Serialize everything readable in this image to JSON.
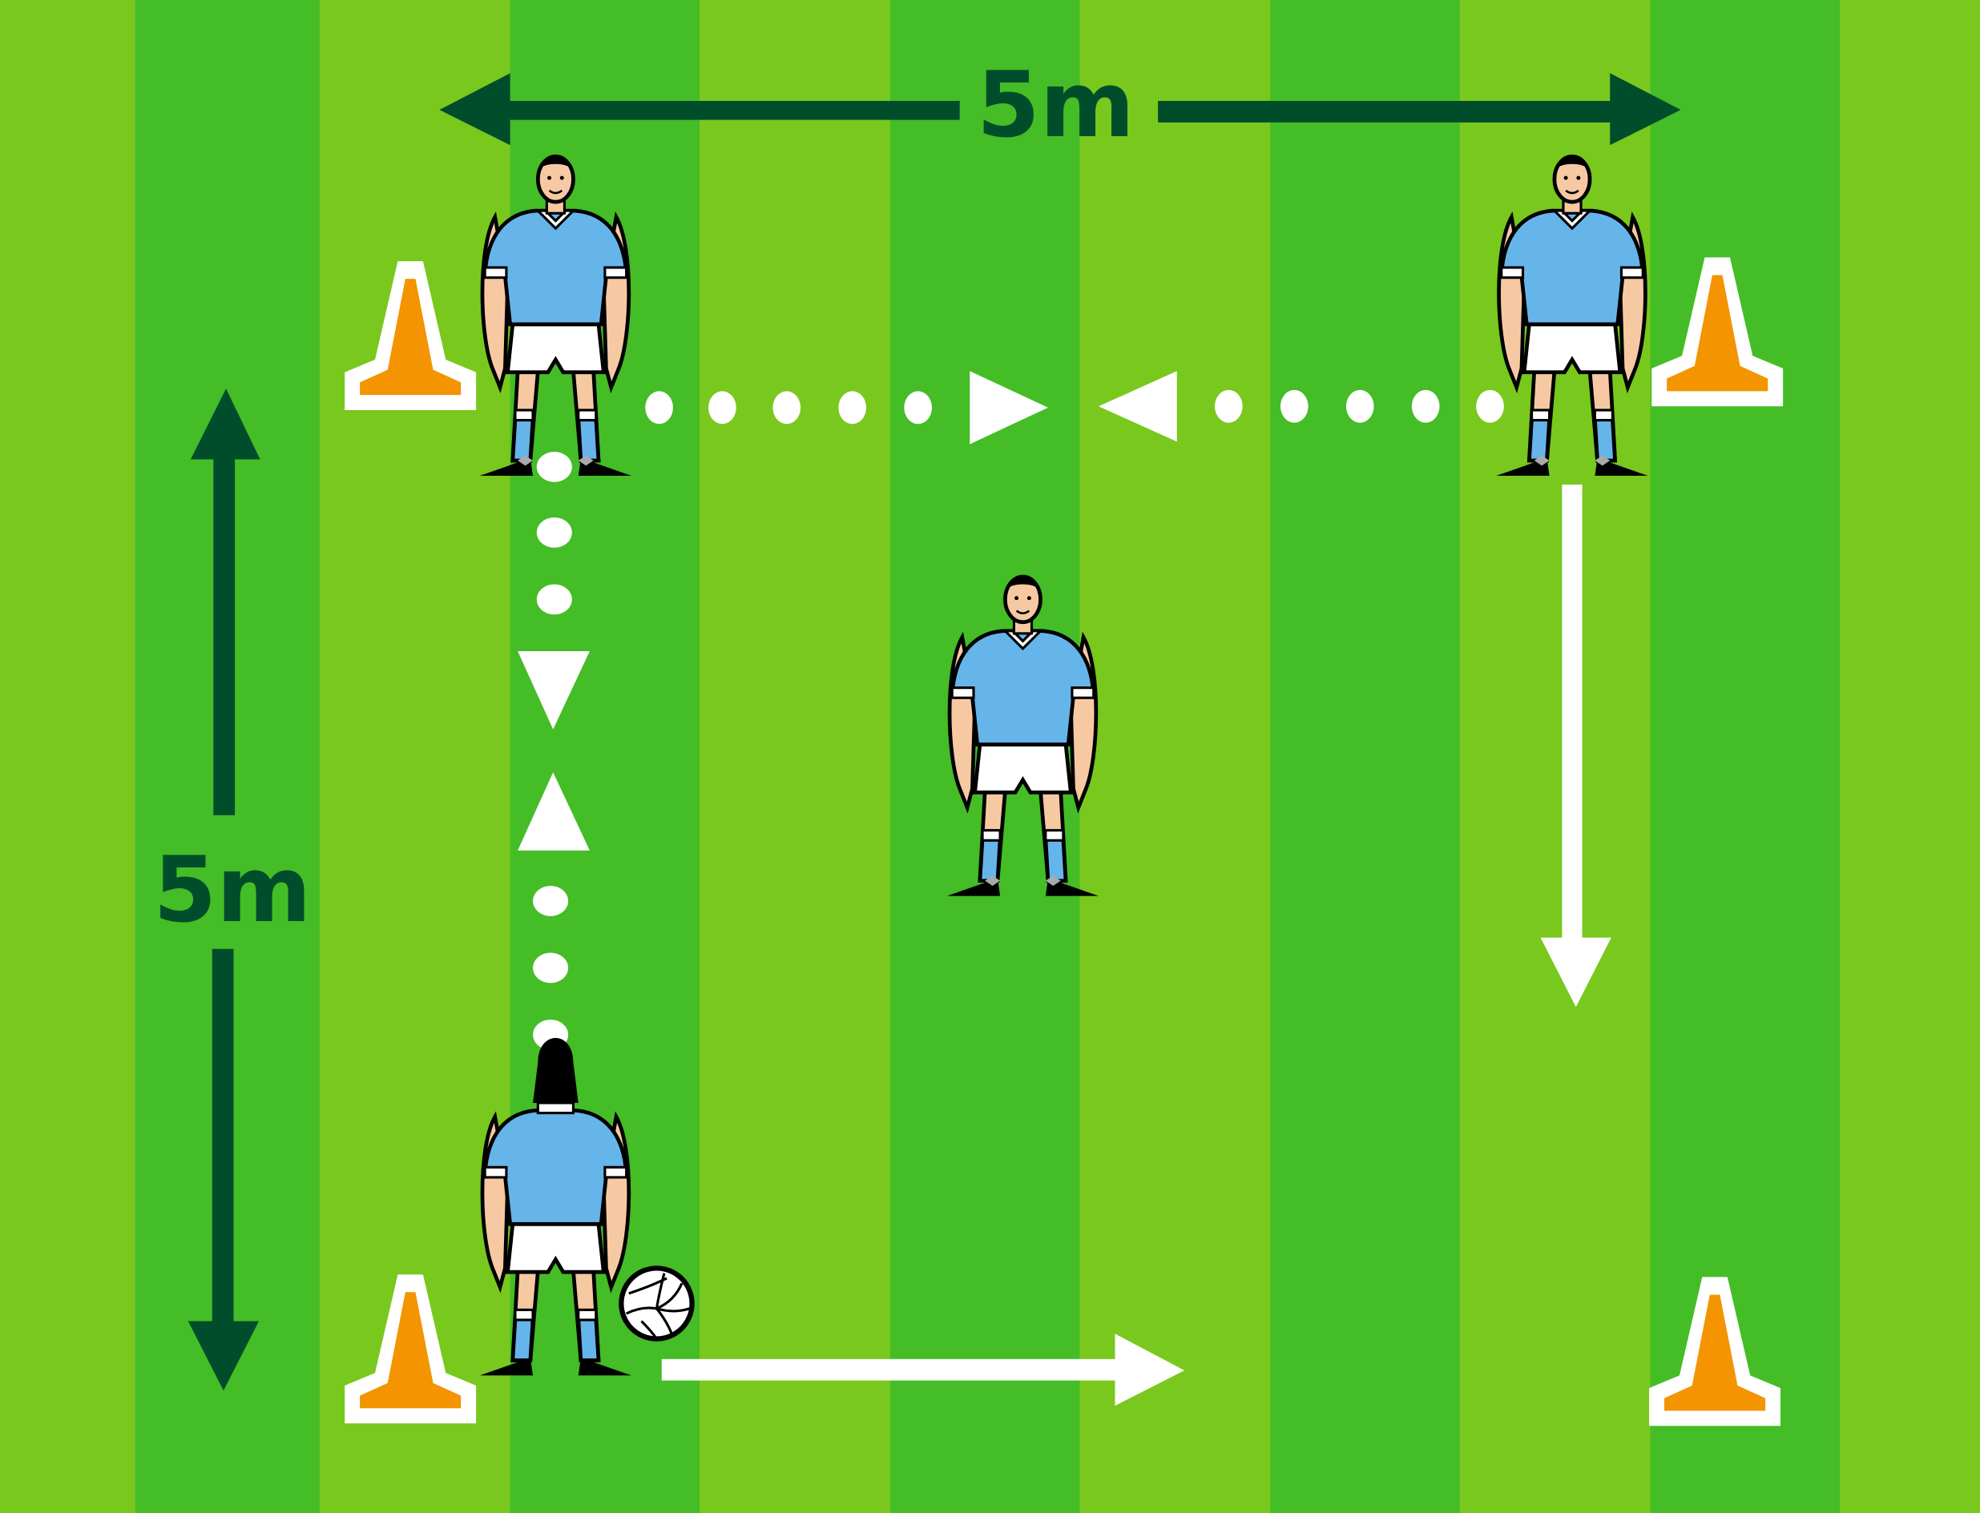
{
  "diagram": {
    "type": "soccer-drill",
    "colors": {
      "stripe_light": "#79c81e",
      "stripe_dark": "#44bd26",
      "dimension_arrow": "#004d2b",
      "path": "#ffffff",
      "cone": "#f39400",
      "cone_outline": "#ffffff",
      "shirt": "#66b5ea",
      "skin": "#f7c9a3",
      "shorts": "#ffffff",
      "outline": "#000000"
    },
    "dimensions": {
      "horizontal": {
        "label": "5m"
      },
      "vertical": {
        "label": "5m"
      }
    },
    "cones": [
      {
        "id": "top-left"
      },
      {
        "id": "top-right"
      },
      {
        "id": "bottom-left"
      },
      {
        "id": "bottom-right"
      }
    ],
    "players": [
      {
        "id": "top-left",
        "facing": "front"
      },
      {
        "id": "top-right",
        "facing": "front"
      },
      {
        "id": "center",
        "facing": "front"
      },
      {
        "id": "bottom-left",
        "facing": "back",
        "has_ball": true
      }
    ],
    "ball": {
      "id": "soccer-ball"
    },
    "paths": [
      {
        "id": "pass-top-left-to-right",
        "style": "dotted",
        "direction": "right"
      },
      {
        "id": "pass-top-right-to-left",
        "style": "dotted",
        "direction": "left"
      },
      {
        "id": "pass-left-down",
        "style": "dotted",
        "direction": "down"
      },
      {
        "id": "pass-left-up",
        "style": "dotted",
        "direction": "up"
      },
      {
        "id": "run-right-down",
        "style": "solid",
        "direction": "down"
      },
      {
        "id": "run-bottom-right",
        "style": "solid",
        "direction": "right"
      }
    ]
  }
}
